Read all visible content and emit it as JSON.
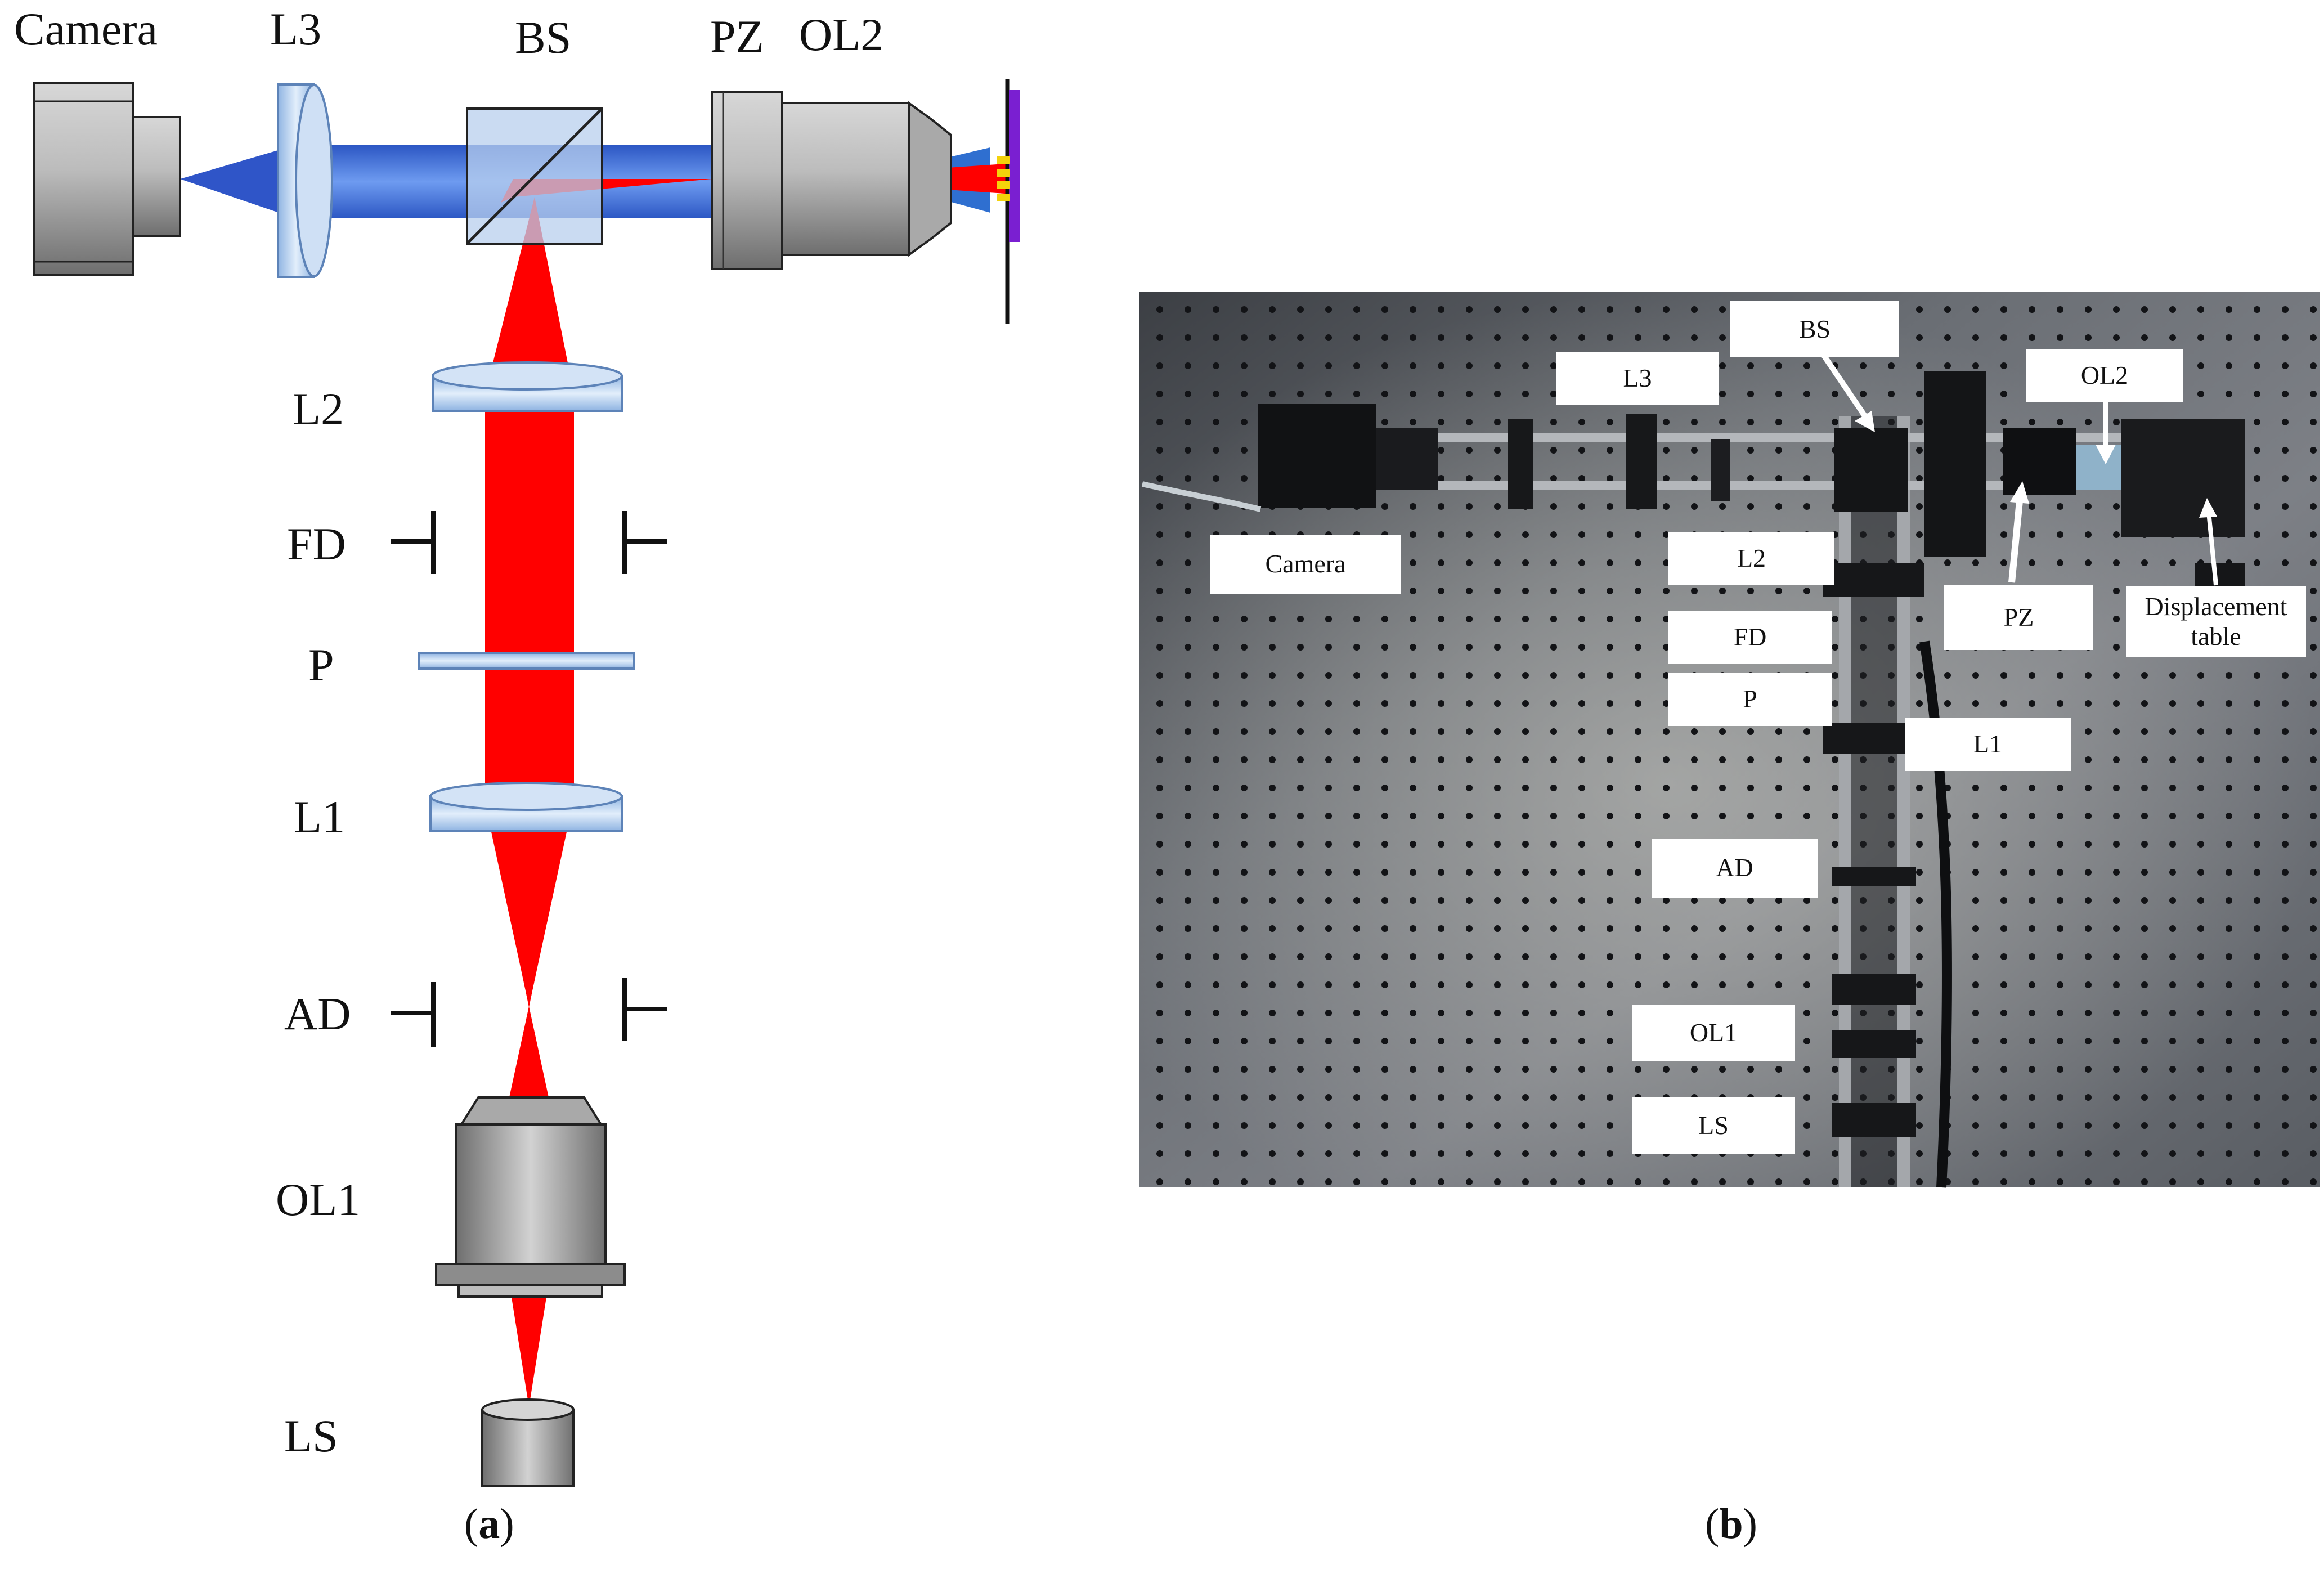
{
  "panel_a": {
    "labels": {
      "camera": "Camera",
      "l3": "L3",
      "bs": "BS",
      "pz": "PZ",
      "ol2": "OL2",
      "l2": "L2",
      "fd": "FD",
      "p": "P",
      "l1": "L1",
      "ad": "AD",
      "ol1": "OL1",
      "ls": "LS"
    },
    "caption_letter": "a"
  },
  "panel_b": {
    "tags": {
      "bs": "BS",
      "l3": "L3",
      "ol2": "OL2",
      "camera": "Camera",
      "l2": "L2",
      "pz": "PZ",
      "displacement_line1": "Displacement",
      "displacement_line2": "table",
      "fd": "FD",
      "p": "P",
      "l1": "L1",
      "ad": "AD",
      "ol1": "OL1",
      "ls": "LS"
    },
    "caption_letter": "b"
  },
  "colors": {
    "laser_red": "#ff0000",
    "imaging_blue": "#3a6fd6",
    "optic_light_blue": "#b9d3ee",
    "component_gray": "#9a9a9a",
    "sample_purple": "#7a1fd1",
    "table_metal": "#565a60"
  }
}
